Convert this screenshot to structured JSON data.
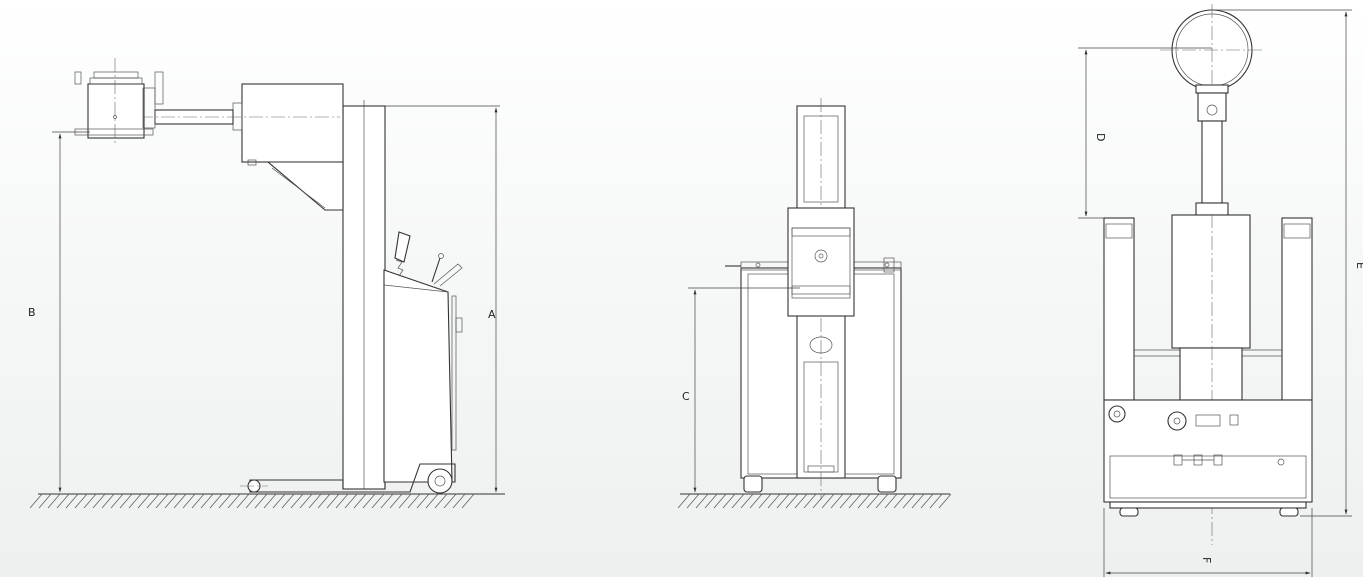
{
  "dimensions": {
    "A": "A",
    "B": "B",
    "C": "C",
    "D": "D",
    "E": "E",
    "F": "F"
  }
}
